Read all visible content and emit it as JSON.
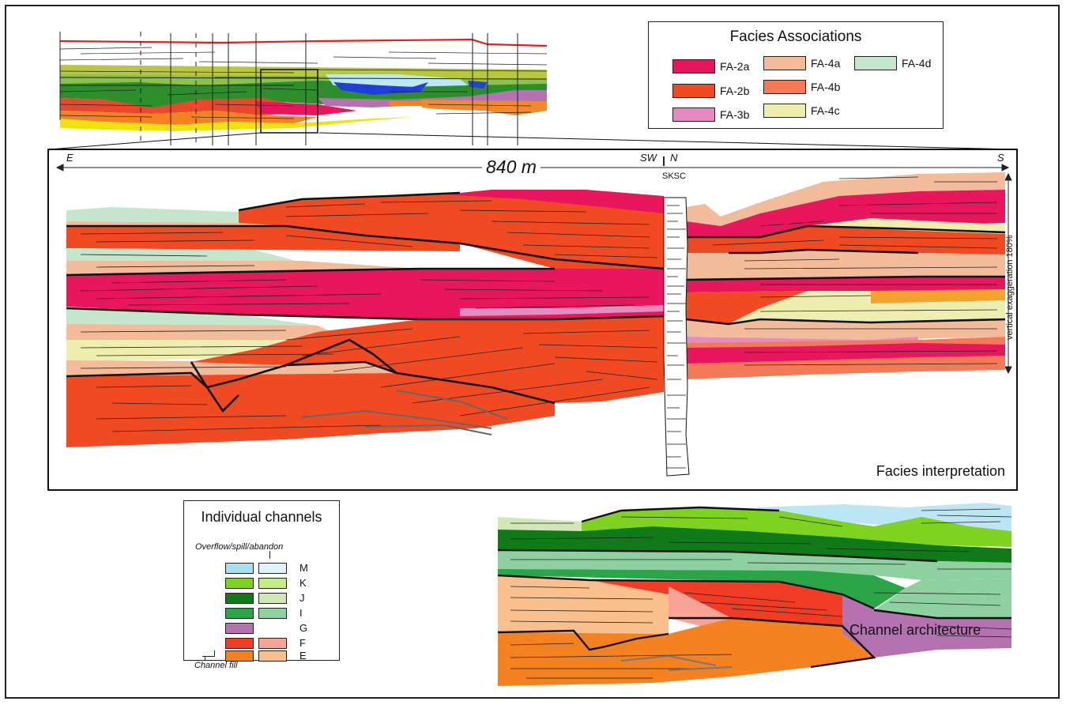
{
  "colors": {
    "fa2a": "#e8175d",
    "fa2b": "#f04a23",
    "fa3b": "#e58bc1",
    "fa4a": "#f2bb99",
    "fa4b": "#f47a57",
    "fa4c": "#eeefaf",
    "fa4d": "#c5e6cd",
    "ch_M": "#a8dff0",
    "ch_M_over": "#dff3fa",
    "ch_K": "#7ed321",
    "ch_K_over": "#c3ec86",
    "ch_J": "#0f7a17",
    "ch_J_over": "#cfe8b5",
    "ch_I": "#2aa648",
    "ch_I_over": "#8fd0a1",
    "ch_G": "#b472b0",
    "ch_F": "#f03c24",
    "ch_F_over": "#f7a395",
    "ch_E": "#f58220",
    "ch_E_over": "#f9bf8d",
    "overview_top_line": "#e3211c"
  },
  "facies_legend": {
    "title": "Facies Associations",
    "items": [
      {
        "label": "FA-2a",
        "color_key": "fa2a"
      },
      {
        "label": "FA-2b",
        "color_key": "fa2b"
      },
      {
        "label": "FA-3b",
        "color_key": "fa3b"
      },
      {
        "label": "FA-4a",
        "color_key": "fa4a"
      },
      {
        "label": "FA-4b",
        "color_key": "fa4b"
      },
      {
        "label": "FA-4c",
        "color_key": "fa4c"
      },
      {
        "label": "FA-4d",
        "color_key": "fa4d"
      }
    ]
  },
  "main_panel": {
    "dir_left": "E",
    "dir_sw": "SW",
    "dir_n": "N",
    "dir_right": "S",
    "distance": "840 m",
    "log_label": "SKSC",
    "vertical_exaggeration": "vertical exaggeration 180%",
    "title": "Facies interpretation"
  },
  "channel_legend": {
    "title": "Individual channels",
    "overflow_label": "Overflow/spill/abandon",
    "fill_label": "Channel fill",
    "rows": [
      {
        "label": "M",
        "fill": "ch_M",
        "over": "ch_M_over"
      },
      {
        "label": "K",
        "fill": "ch_K",
        "over": "ch_K_over"
      },
      {
        "label": "J",
        "fill": "ch_J",
        "over": "ch_J_over"
      },
      {
        "label": "I",
        "fill": "ch_I",
        "over": "ch_I_over"
      },
      {
        "label": "G",
        "fill": "ch_G",
        "over": ""
      },
      {
        "label": "F",
        "fill": "ch_F",
        "over": "ch_F_over"
      },
      {
        "label": "E",
        "fill": "ch_E",
        "over": "ch_E_over"
      }
    ]
  },
  "architecture_panel": {
    "title": "Channel architecture"
  }
}
